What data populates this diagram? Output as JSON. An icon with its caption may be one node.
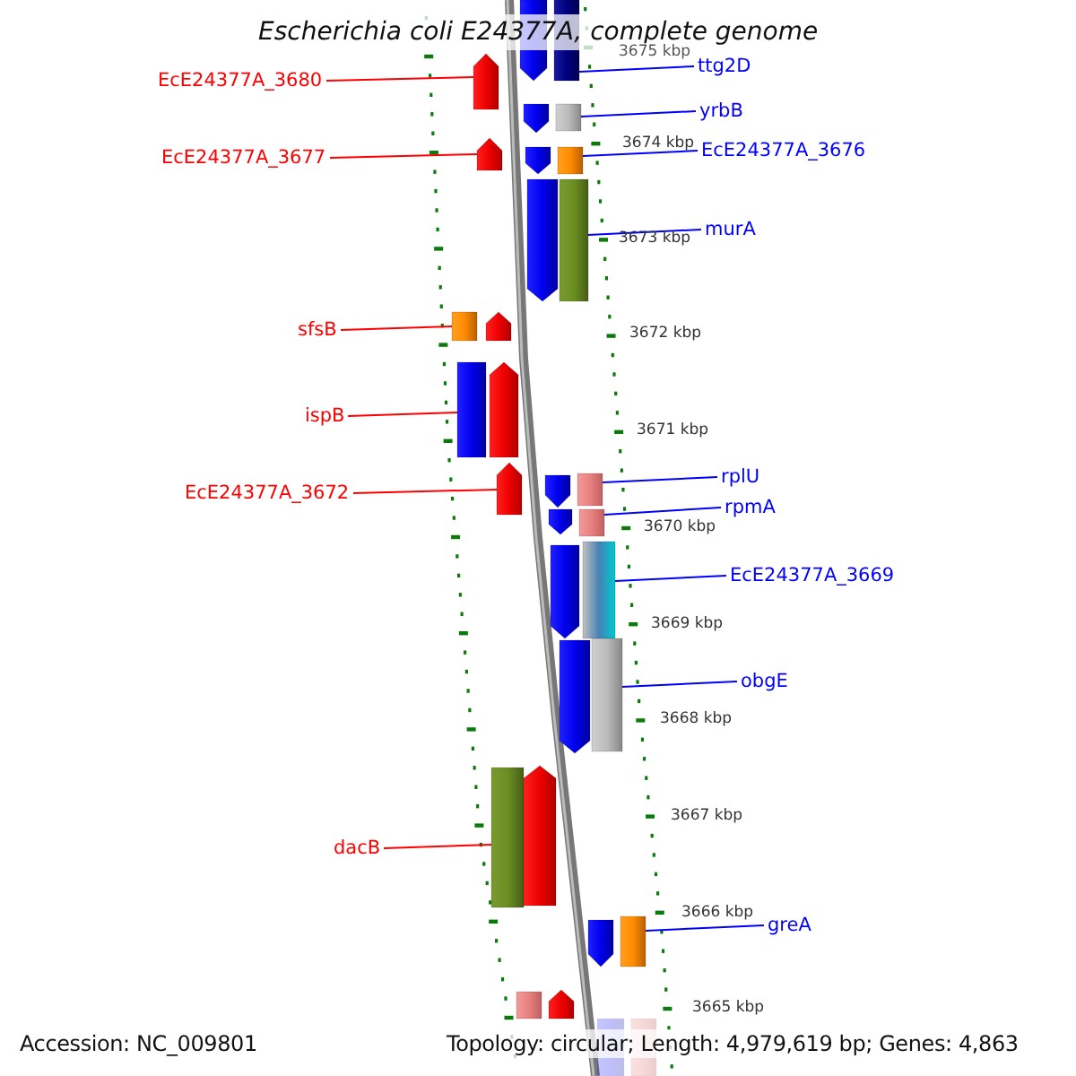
{
  "diagram": {
    "title": "Escherichia coli E24377A, complete genome",
    "nodes": [
      {
        "text": [
          "ttg2D"
        ]
      },
      {
        "text": [
          "EcE24377A_3680"
        ]
      },
      {
        "text": [
          "yrbB"
        ]
      },
      {
        "text": [
          "EcE24377A_3677"
        ]
      },
      {
        "text": [
          "EcE24377A_3676"
        ]
      },
      {
        "text": [
          "murA"
        ]
      },
      {
        "text": [
          "sfsB"
        ]
      },
      {
        "text": [
          "ispB"
        ]
      },
      {
        "text": [
          "rplU"
        ]
      },
      {
        "text": [
          "EcE24377A_3672"
        ]
      },
      {
        "text": [
          "rpmA"
        ]
      },
      {
        "text": [
          "EcE24377A_3669"
        ]
      },
      {
        "text": [
          "obgE"
        ]
      },
      {
        "text": [
          "dacB"
        ]
      },
      {
        "text": [
          "greA"
        ]
      },
      {
        "text": [],
        "shape": "arrow"
      },
      {
        "text": [],
        "shape": "box"
      },
      {
        "text": [],
        "shape": "arrow"
      },
      {
        "text": [],
        "shape": "arrow"
      },
      {
        "text": [],
        "shape": "box"
      },
      {
        "text": [],
        "shape": "arrow"
      },
      {
        "text": [],
        "shape": "arrow"
      },
      {
        "text": [],
        "shape": "box"
      },
      {
        "text": [],
        "shape": "arrow"
      },
      {
        "text": [],
        "shape": "box"
      },
      {
        "text": [],
        "shape": "box"
      },
      {
        "text": [],
        "shape": "arrow"
      },
      {
        "text": [],
        "shape": "box"
      },
      {
        "text": [],
        "shape": "arrow"
      },
      {
        "text": [],
        "shape": "arrow"
      },
      {
        "text": [],
        "shape": "arrow"
      },
      {
        "text": [],
        "shape": "box"
      },
      {
        "text": [],
        "shape": "arrow"
      },
      {
        "text": [],
        "shape": "box"
      },
      {
        "text": [],
        "shape": "arrow"
      },
      {
        "text": [],
        "shape": "box"
      },
      {
        "text": [],
        "shape": "arrow"
      },
      {
        "text": [],
        "shape": "box"
      },
      {
        "text": [],
        "shape": "box"
      },
      {
        "text": [],
        "shape": "arrow"
      },
      {
        "text": [],
        "shape": "arrow"
      },
      {
        "text": [],
        "shape": "box"
      },
      {
        "text": [],
        "shape": "box"
      },
      {
        "text": [],
        "shape": "arrow"
      },
      {
        "text": [],
        "shape": "box"
      },
      {
        "text": [],
        "shape": "box"
      }
    ],
    "edges": [
      {
        "from": 0,
        "to": 16,
        "arrow": "none"
      },
      {
        "from": 1,
        "to": 17,
        "arrow": "none",
        "color": "#ff0000"
      },
      {
        "from": 2,
        "to": 19,
        "arrow": "none"
      },
      {
        "from": 3,
        "to": 20,
        "arrow": "none",
        "color": "#ff0000"
      },
      {
        "from": 4,
        "to": 22,
        "arrow": "none"
      },
      {
        "from": 5,
        "to": 24,
        "arrow": "none"
      },
      {
        "from": 6,
        "to": 25,
        "arrow": "none",
        "color": "#ff0000"
      },
      {
        "from": 7,
        "to": 27,
        "arrow": "none",
        "color": "#ff0000"
      },
      {
        "from": 8,
        "to": 31,
        "arrow": "none"
      },
      {
        "from": 9,
        "to": 29,
        "arrow": "none",
        "color": "#ff0000"
      },
      {
        "from": 10,
        "to": 33,
        "arrow": "none"
      },
      {
        "from": 11,
        "to": 35,
        "arrow": "none"
      },
      {
        "from": 12,
        "to": 37,
        "arrow": "none"
      },
      {
        "from": 13,
        "to": 38,
        "arrow": "none",
        "color": "#ff0000"
      },
      {
        "from": 14,
        "to": 41,
        "arrow": "none"
      }
    ],
    "labels": [
      "3675 kbp",
      "3674 kbp",
      "3673 kbp",
      "3672 kbp",
      "3671 kbp",
      "3670 kbp",
      "3669 kbp",
      "3668 kbp",
      "3667 kbp",
      "3666 kbp",
      "3665 kbp",
      "Accession: NC_009801",
      "Topology: circular; Length: 4,979,619 bp; Genes: 4,863"
    ]
  }
}
